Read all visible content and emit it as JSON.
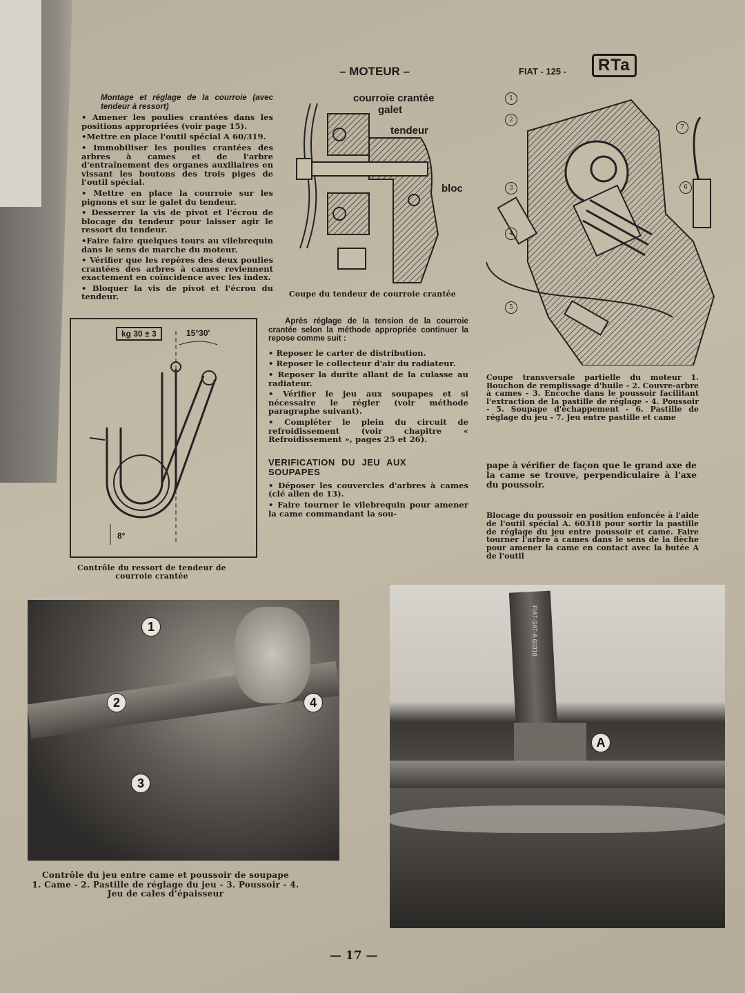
{
  "header": {
    "section": "– MOTEUR –",
    "model": "FIAT - 125 -",
    "logo": "RTa"
  },
  "left_column": {
    "title": "Montage et réglage de la courroie (avec tendeur à ressort)",
    "items": [
      "• Amener les poulies crantées dans les positions appropriées (voir page 15).",
      "•Mettre en place l'outil spécial A 60/319.",
      "• Immobiliser les poulies crantées des arbres à cames et de l'arbre d'entraînement des organes auxiliaires en vissant les boutons des trois piges de l'outil spécial.",
      "• Mettre en place la courroie sur les pignons et sur le galet du tendeur.",
      "• Desserrer la vis de pivot et l'écrou de blocage du tendeur pour laisser agir le ressort du tendeur.",
      "•Faire faire quelques tours au vilebrequin dans le sens de marche du moteur.",
      "• Vérifier que les repères des deux poulies crantées des arbres à cames reviennent exactement en coïncidence avec les index.",
      "• Bloquer la vis de pivot et l'écrou du tendeur."
    ]
  },
  "tensioner_figure": {
    "labels": [
      "courroie crantée",
      "galet",
      "tendeur",
      "bloc"
    ],
    "caption": "Coupe du tendeur de courroie crantée"
  },
  "spring_figure": {
    "labels": [
      "kg 30 ± 3",
      "15°30'",
      "8°"
    ],
    "caption": "Contrôle du ressort de tendeur de courroie crantée"
  },
  "middle_column": {
    "intro": "Après réglage de la tension de la courroie crantée selon la méthode appropriée continuer la repose comme suit :",
    "items": [
      "• Reposer le carter de distribution.",
      "• Reposer le collecteur d'air du radiateur.",
      "• Reposer la durite allant de la culasse au radiateur.",
      "• Vérifier le jeu aux soupapes et si nécessaire le régler (voir méthode paragraphe suivant).",
      "• Compléter le plein du circuit de refroidissement (voir chapitre « Refroidissement », pages 25 et 26)."
    ],
    "heading": "VERIFICATION DU JEU AUX SOUPAPES",
    "items2": [
      "• Déposer les couvercles d'arbres à cames (clé allen de 13).",
      "• Faire tourner le vilebrequin pour amener la came commandant la sou-"
    ]
  },
  "engine_figure": {
    "labels": [
      "1",
      "2",
      "3",
      "4",
      "5",
      "6",
      "7"
    ],
    "caption": "Coupe transversale partielle du moteur 1. Bouchon de remplissage d'huile - 2. Couvre-arbre à cames - 3. Encoche dans le poussoir facilitant l'extraction de la pastille de réglage - 4. Poussoir - 5. Soupape d'échappement - 6. Pastille de réglage du jeu - 7. Jeu entre pastille et came"
  },
  "right_column": {
    "continuation": "pape à vérifier de façon que le grand axe de la came se trouve, perpendiculaire à l'axe du poussoir.",
    "photo_caption": "Blocage du poussoir en position enfoncée à l'aide de l'outil spécial A. 60318 pour sortir la pastille de réglage du jeu entre poussoir et came. Faire tourner l'arbre à cames dans le sens de la flèche pour amener la came en contact avec la butée A de l'outil"
  },
  "left_photo": {
    "labels": [
      "1",
      "2",
      "3",
      "4"
    ],
    "caption_line1": "Contrôle du jeu entre came et poussoir de soupape",
    "caption_line2": "1. Came - 2. Pastille de réglage du jeu - 3. Poussoir - 4.",
    "caption_line3": "Jeu de cales d'épaisseur"
  },
  "right_photo": {
    "label": "A",
    "tool_marking": "FIAT-SAT-A 60318"
  },
  "footer": {
    "page_number": "— 17 —"
  }
}
